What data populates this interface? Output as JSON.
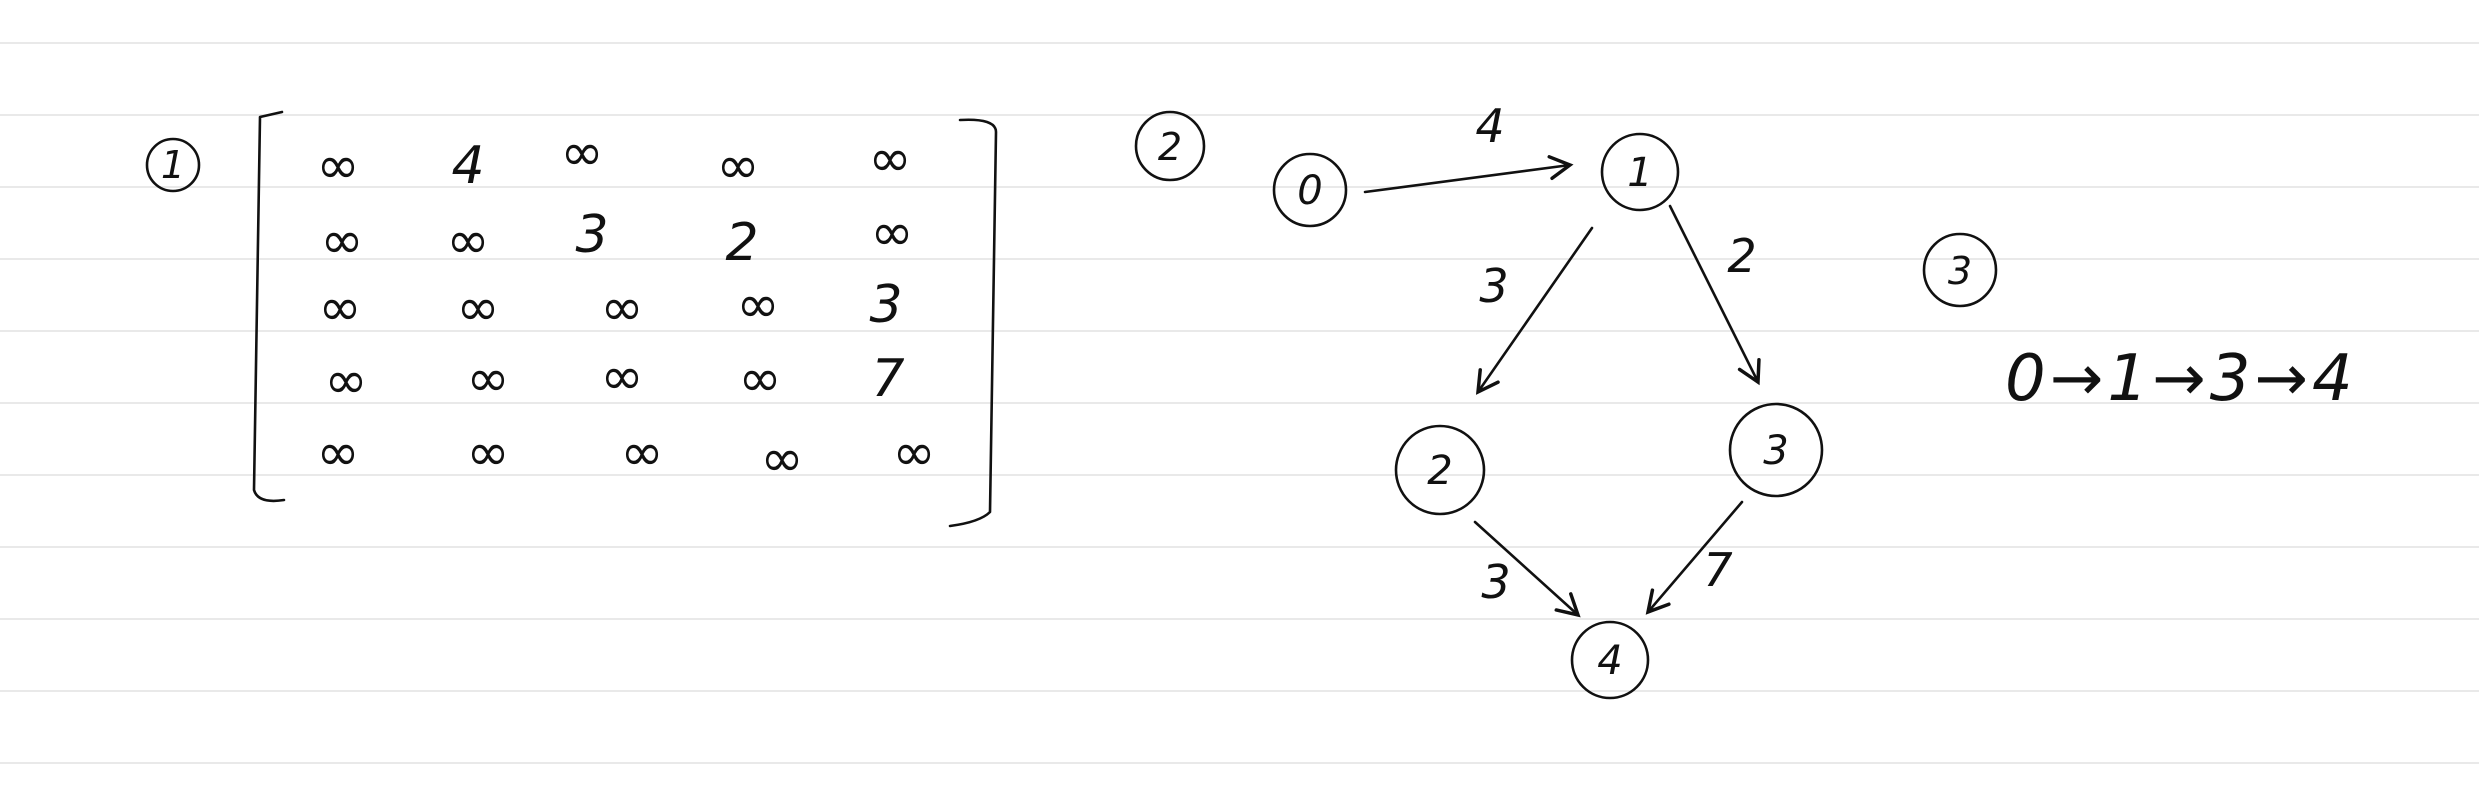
{
  "sections": [
    {
      "number": "1"
    },
    {
      "number": "2"
    },
    {
      "number": "3"
    }
  ],
  "matrix": {
    "rows": [
      [
        "∞",
        "4",
        "∞",
        "∞",
        "∞"
      ],
      [
        "∞",
        "∞",
        "3",
        "2",
        "∞"
      ],
      [
        "∞",
        "∞",
        "∞",
        "∞",
        "3"
      ],
      [
        "∞",
        "∞",
        "∞",
        "∞",
        "7"
      ],
      [
        "∞",
        "∞",
        "∞",
        "∞",
        "∞"
      ]
    ]
  },
  "graph": {
    "nodes": [
      {
        "id": "n0",
        "label": "0"
      },
      {
        "id": "n1",
        "label": "1"
      },
      {
        "id": "n2",
        "label": "2"
      },
      {
        "id": "n3",
        "label": "3"
      },
      {
        "id": "n4",
        "label": "4"
      }
    ],
    "edges": [
      {
        "from": "n0",
        "to": "n1",
        "weight": "4"
      },
      {
        "from": "n1",
        "to": "n2",
        "weight": "3"
      },
      {
        "from": "n1",
        "to": "n3",
        "weight": "2"
      },
      {
        "from": "n2",
        "to": "n4",
        "weight": "3"
      },
      {
        "from": "n3",
        "to": "n4",
        "weight": "7"
      }
    ]
  },
  "shortest_path": {
    "text": "0→1→3→4"
  }
}
